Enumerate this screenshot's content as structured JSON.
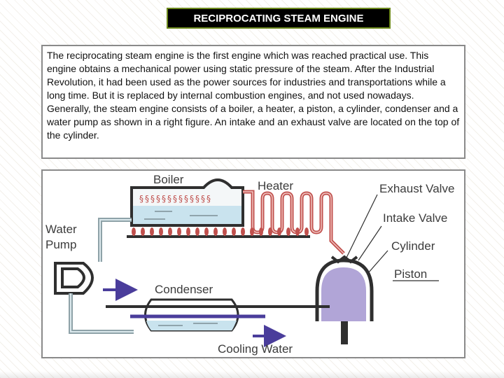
{
  "title": "RECIPROCATING STEAM ENGINE",
  "description": {
    "paragraph1": "The reciprocating steam engine is the first engine which was reached practical use. This engine obtains a mechanical power using static pressure of the steam. After the Industrial Revolution, it had been used as the power sources for industries and transportations while a long time. But it is replaced by internal combustion engines, and not used nowadays.",
    "paragraph2": "Generally, the steam engine consists of a boiler, a heater, a piston, a cylinder, condenser and a water pump as shown in a right figure. An intake and an exhaust valve are located on the top of the cylinder."
  },
  "diagram": {
    "labels": {
      "boiler": "Boiler",
      "heater": "Heater",
      "exhaust_valve": "Exhaust Valve",
      "intake_valve": "Intake Valve",
      "cylinder": "Cylinder",
      "piston": "Piston",
      "water_pump_line1": "Water",
      "water_pump_line2": "Pump",
      "condenser": "Condenser",
      "cooling_water": "Cooling Water"
    },
    "colors": {
      "water": "#c9e3ee",
      "piston": "#b1a5d7",
      "arrow": "#4a3d9b",
      "heat_coil": "#c0504d",
      "metal": "#2f2f2f"
    }
  }
}
